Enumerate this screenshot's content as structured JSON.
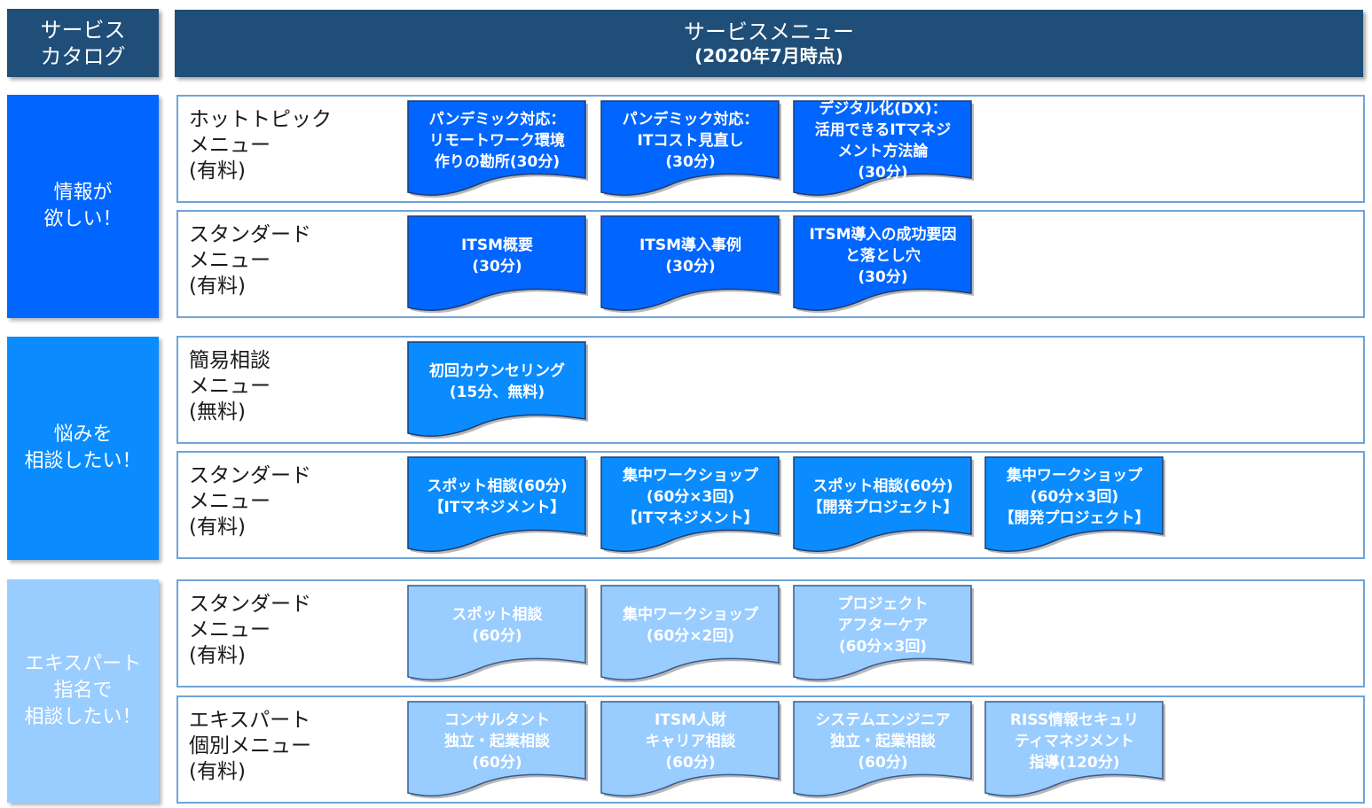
{
  "header": {
    "left_label": "サービス\nカタログ",
    "title": "サービスメニュー",
    "subtitle": "(2020年7月時点)"
  },
  "categories": [
    {
      "label": "情報が\n欲しい！",
      "color": "#0066ff"
    },
    {
      "label": "悩みを\n相談したい！",
      "color": "#0a8cff"
    },
    {
      "label": "エキスパート\n指名で\n相談したい！",
      "color": "#99ccff"
    }
  ],
  "rows": [
    {
      "label": "ホットトピック\nメニュー\n(有料)",
      "style": 0,
      "cards": [
        "パンデミック対応：\nリモートワーク環境\n作りの勘所(30分)",
        "パンデミック対応：\nITコスト見直し\n(30分)",
        "デジタル化(DX)：\n活用できるITマネジ\nメント方法論\n(30分)"
      ]
    },
    {
      "label": "スタンダード\nメニュー\n(有料)",
      "style": 0,
      "cards": [
        "ITSM概要\n(30分)",
        "ITSM導入事例\n(30分)",
        "ITSM導入の成功要因\nと落とし穴\n(30分)"
      ]
    },
    {
      "label": "簡易相談\nメニュー\n(無料)",
      "style": 1,
      "cards": [
        "初回カウンセリング\n(15分、無料)"
      ]
    },
    {
      "label": "スタンダード\nメニュー\n(有料)",
      "style": 1,
      "cards": [
        "スポット相談(60分)\n【ITマネジメント】",
        "集中ワークショップ\n(60分×3回)\n【ITマネジメント】",
        "スポット相談(60分)\n【開発プロジェクト】",
        "集中ワークショップ\n(60分×3回)\n【開発プロジェクト】"
      ]
    },
    {
      "label": "スタンダード\nメニュー\n(有料)",
      "style": 2,
      "cards": [
        "スポット相談\n(60分)",
        "集中ワークショップ\n(60分×2回)",
        "プロジェクト\nアフターケア\n(60分×3回)"
      ]
    },
    {
      "label": "エキスパート\n個別メニュー\n(有料)",
      "style": 2,
      "cards": [
        "コンサルタント\n独立・起業相談\n(60分)",
        "ITSM人財\nキャリア相談\n(60分)",
        "システムエンジニア\n独立・起業相談\n(60分)",
        "RISS情報セキュリ\nティマネジメント\n指導(120分)"
      ]
    }
  ],
  "styles": [
    {
      "fill": "#0066ff",
      "stroke": "#1f3d73"
    },
    {
      "fill": "#0a8cff",
      "stroke": "#1f3d73"
    },
    {
      "fill": "#99ccff",
      "stroke": "#3a5a8a"
    }
  ]
}
